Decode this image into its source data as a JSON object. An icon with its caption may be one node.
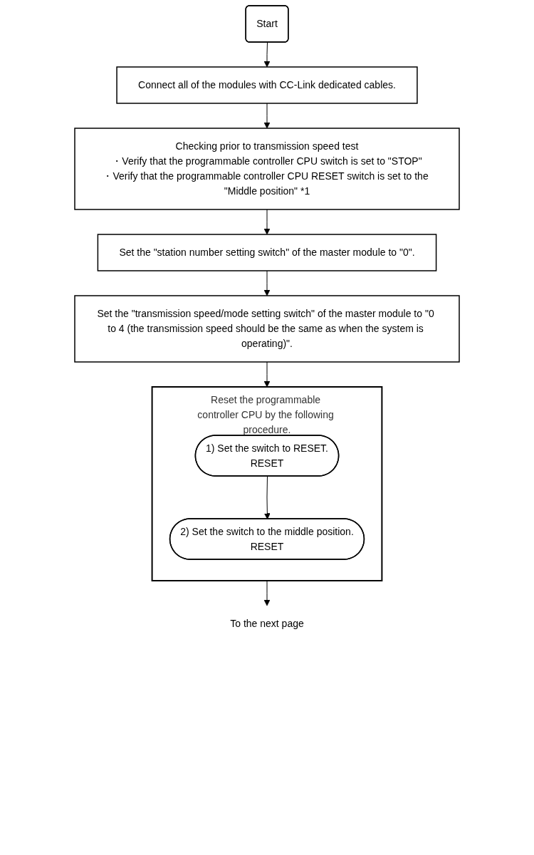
{
  "diagram": {
    "nodes": [
      {
        "text": [
          "Start"
        ]
      },
      {
        "text": [
          "Connect all of the modules with CC-Link dedicated cables."
        ]
      },
      {
        "text": [
          "Checking prior to transmission speed test",
          "・Verify that the programmable controller CPU switch is set to \"STOP\"",
          "・Verify that the programmable controller CPU RESET switch is set to the \"Middle position\" *1"
        ]
      },
      {
        "text": [
          "Set the \"station number setting switch\" of the master module to \"0\"."
        ]
      },
      {
        "text": [
          "Set the \"transmission speed/mode setting switch\" of the master module to \"0 to 4 (the transmission speed should be the same as when the system is operating)\"."
        ]
      },
      {
        "text": [
          "Reset the programmable controller CPU by the following procedure."
        ]
      },
      {
        "text": [
          "1) Set the switch to RESET.",
          "RESET"
        ],
        "in": 5
      },
      {
        "text": [
          "2) Set the switch to the middle position.",
          "RESET"
        ],
        "in": 5
      },
      {
        "text": [
          "To the next page"
        ]
      }
    ],
    "edges": [
      {
        "from": 0,
        "to": 1,
        "arrow": "to"
      },
      {
        "from": 1,
        "to": 2,
        "arrow": "to"
      },
      {
        "from": 2,
        "to": 3,
        "arrow": "to"
      },
      {
        "from": 3,
        "to": 4,
        "arrow": "to"
      },
      {
        "from": 4,
        "to": 5,
        "arrow": "to"
      },
      {
        "from": 6,
        "to": 7,
        "arrow": "to"
      },
      {
        "from": 5,
        "to": 8,
        "arrow": "to"
      }
    ]
  }
}
